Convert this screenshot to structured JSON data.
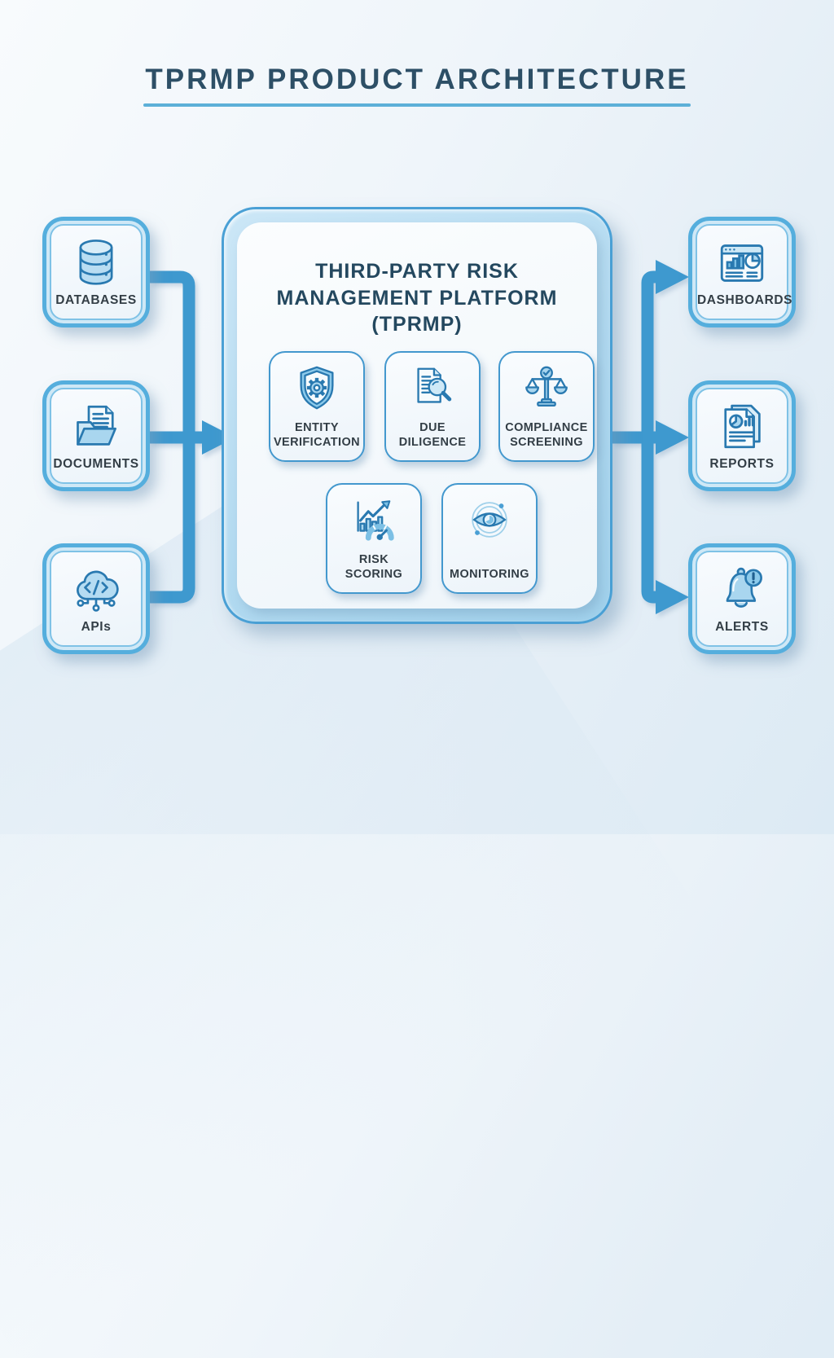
{
  "title": "TPRMP PRODUCT ARCHITECTURE",
  "inputs": [
    {
      "label": "DATABASES",
      "icon": "database-icon"
    },
    {
      "label": "DOCUMENTS",
      "icon": "documents-folder-icon"
    },
    {
      "label": "APIs",
      "icon": "cloud-api-icon"
    }
  ],
  "platform": {
    "title": "THIRD-PARTY RISK MANAGEMENT PLATFORM (TPRMP)",
    "modules": [
      {
        "label": "ENTITY VERIFICATION",
        "icon": "shield-gear-icon"
      },
      {
        "label": "DUE DILIGENCE",
        "icon": "document-magnifier-icon"
      },
      {
        "label": "COMPLIANCE SCREENING",
        "icon": "balance-scales-icon"
      },
      {
        "label": "RISK SCORING",
        "icon": "gauge-trend-icon"
      },
      {
        "label": "MONITORING",
        "icon": "eye-orbit-icon"
      }
    ]
  },
  "outputs": [
    {
      "label": "DASHBOARDS",
      "icon": "dashboard-window-icon"
    },
    {
      "label": "REPORTS",
      "icon": "report-pages-icon"
    },
    {
      "label": "ALERTS",
      "icon": "bell-alert-icon"
    }
  ],
  "theme": {
    "arrow-blue": "#3e99cf",
    "line-blue": "#3f96cc",
    "border-blue": "#55aedd",
    "title-color": "#2d4f66",
    "underline-color": "#5cb0d8",
    "label-color": "#333e46",
    "platform-fill": "#b0d9f0"
  }
}
